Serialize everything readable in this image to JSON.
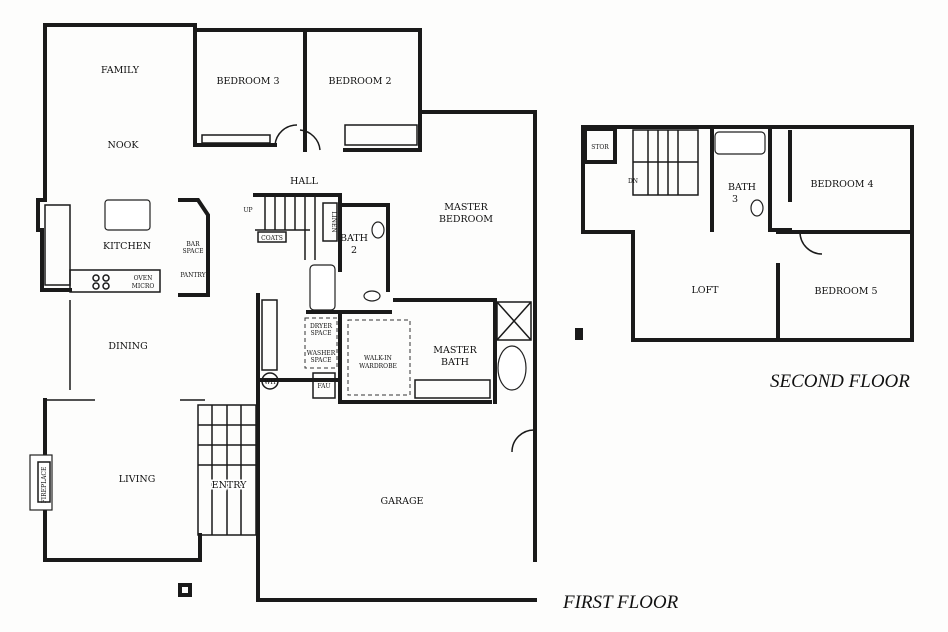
{
  "first_floor": {
    "title": "FIRST FLOOR",
    "rooms": {
      "family": "FAMILY",
      "nook": "NOOK",
      "kitchen": "KITCHEN",
      "bedroom3": "BEDROOM 3",
      "bedroom2": "BEDROOM 2",
      "hall": "HALL",
      "master_bedroom_1": "MASTER",
      "master_bedroom_2": "BEDROOM",
      "bath2_1": "BATH",
      "bath2_2": "2",
      "master_bath_1": "MASTER",
      "master_bath_2": "BATH",
      "dining": "DINING",
      "living": "LIVING",
      "entry": "ENTRY",
      "garage": "GARAGE"
    },
    "small_labels": {
      "up": "UP",
      "coats": "COATS",
      "linen": "LINEN",
      "bar_space_1": "BAR",
      "bar_space_2": "SPACE",
      "pantry": "PANTRY",
      "oven": "OVEN",
      "micro": "MICRO",
      "dryer_1": "DRYER",
      "dryer_2": "SPACE",
      "washer_1": "WASHER",
      "washer_2": "SPACE",
      "wh": "WH",
      "fau": "FAU",
      "walkin_1": "WALK-IN",
      "walkin_2": "WARDROBE",
      "fireplace": "FIREPLACE"
    }
  },
  "second_floor": {
    "title": "SECOND FLOOR",
    "rooms": {
      "loft": "LOFT",
      "bath3_1": "BATH",
      "bath3_2": "3",
      "bedroom4": "BEDROOM 4",
      "bedroom5": "BEDROOM 5"
    },
    "small_labels": {
      "stor": "STOR",
      "dn": "DN"
    }
  }
}
